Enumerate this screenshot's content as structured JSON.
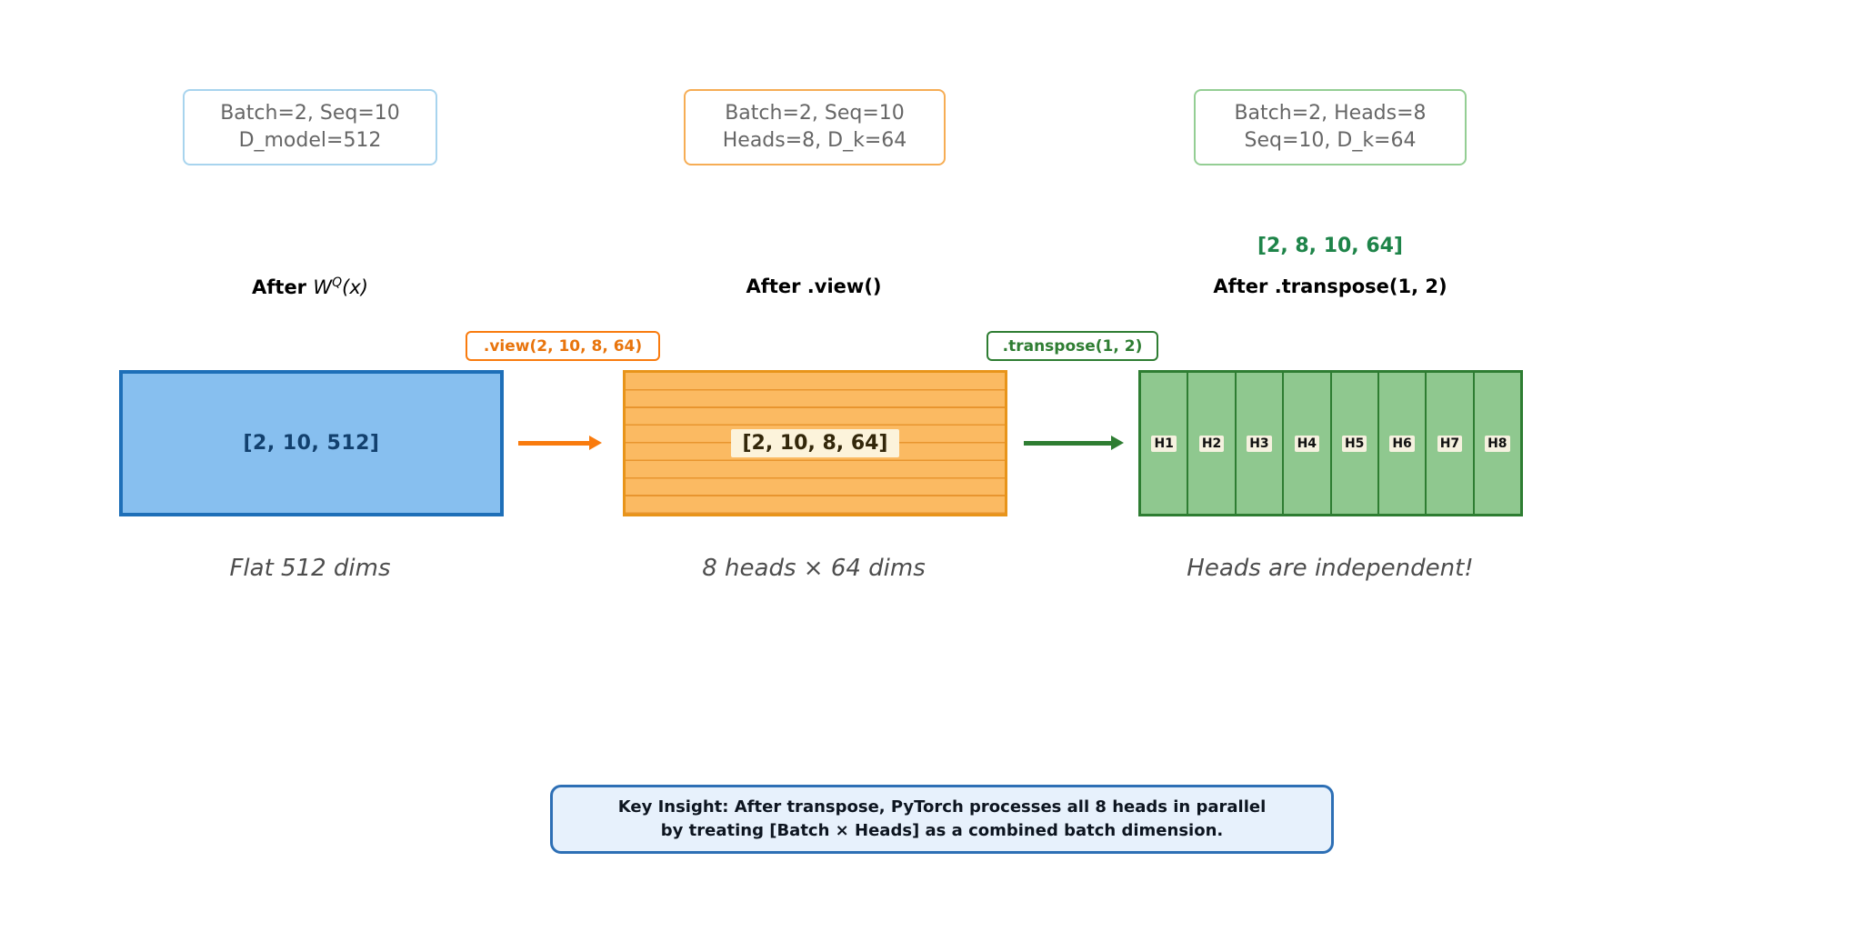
{
  "stages": [
    {
      "info_line1": "Batch=2, Seq=10",
      "info_line2": "D_model=512",
      "title_prefix": "After ",
      "math_base": "W",
      "math_sup": "Q",
      "math_args": "(x)",
      "tensor_label": "[2, 10, 512]",
      "caption": "Flat 512 dims"
    },
    {
      "info_line1": "Batch=2, Seq=10",
      "info_line2": "Heads=8, D_k=64",
      "title": "After .view()",
      "tensor_label": "[2, 10, 8, 64]",
      "caption": "8 heads × 64 dims"
    },
    {
      "info_line1": "Batch=2, Heads=8",
      "info_line2": "Seq=10, D_k=64",
      "shape_label": "[2, 8, 10, 64]",
      "title": "After .transpose(1, 2)",
      "heads": [
        "H1",
        "H2",
        "H3",
        "H4",
        "H5",
        "H6",
        "H7",
        "H8"
      ],
      "caption": "Heads are independent!"
    }
  ],
  "arrows": [
    {
      "label": ".view(2, 10, 8, 64)"
    },
    {
      "label": ".transpose(1, 2)"
    }
  ],
  "key_insight": {
    "line1": "Key Insight: After transpose, PyTorch processes all 8 heads in parallel",
    "line2": "by treating [Batch × Heads] as a combined batch dimension."
  },
  "colors": {
    "blue_fill": "#87BFEF",
    "blue_border": "#1E6FB8",
    "blue_text": "#12406E",
    "orange_fill": "#FBBA62",
    "orange_line": "#E8952F",
    "orange_border": "#E8941A",
    "orange_accent": "#F97B0E",
    "green_fill": "#8FC88F",
    "green_border": "#2E7D32",
    "green_accent": "#1E8449",
    "info_blue_border": "#A8D4EE",
    "info_orange_border": "#F6AD55",
    "info_green_border": "#94CE94",
    "insight_bg": "#E7F1FC",
    "insight_border": "#2D6FB5"
  }
}
